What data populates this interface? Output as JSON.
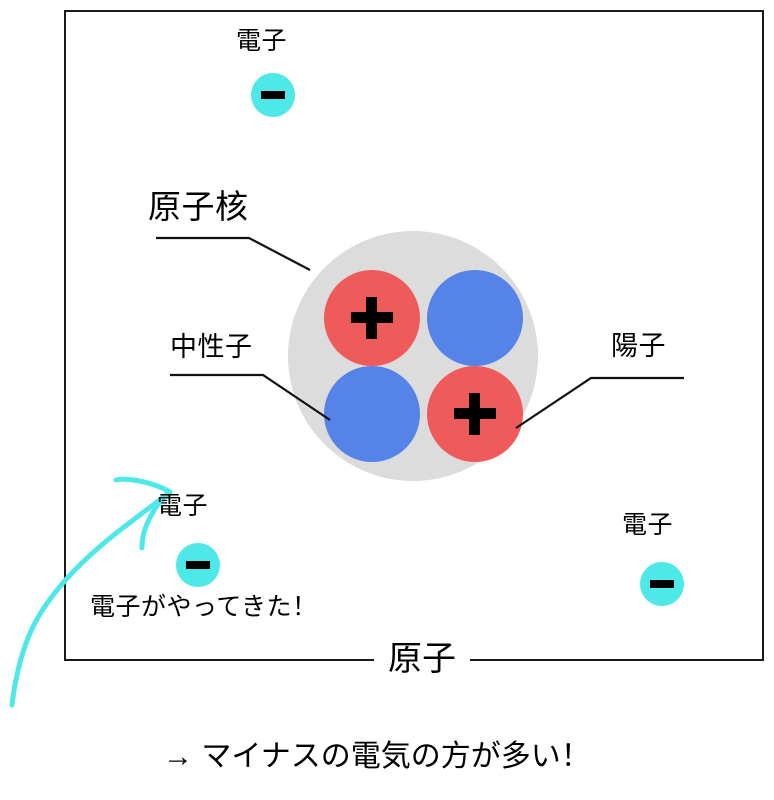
{
  "diagram": {
    "title": "原子",
    "box_label": "原子",
    "conclusion": "→ マイナスの電気の方が多い！",
    "colors": {
      "proton": "#ef5a5a",
      "neutron": "#5583e8",
      "electron": "#4fe8e8",
      "nucleus_cloud": "#dcdcdc",
      "outline": "#1a1a1a",
      "annotation_arrow": "#4fe8e8"
    },
    "labels": {
      "nucleus": "原子核",
      "neutron": "中性子",
      "proton": "陽子",
      "electron": "電子",
      "electron_arrived": "電子がやってきた！"
    },
    "particles": {
      "proton_sign": "+",
      "electron_sign": "−",
      "proton_count": 2,
      "neutron_count": 2,
      "electron_count": 3
    },
    "electrons": [
      {
        "label": "電子",
        "position": "top"
      },
      {
        "label": "電子",
        "position": "bottom-left"
      },
      {
        "label": "電子",
        "position": "bottom-right"
      }
    ],
    "nucleus_particles": [
      {
        "type": "proton",
        "sign": "+",
        "position": "top-left"
      },
      {
        "type": "neutron",
        "sign": "",
        "position": "top-right"
      },
      {
        "type": "neutron",
        "sign": "",
        "position": "bottom-left"
      },
      {
        "type": "proton",
        "sign": "+",
        "position": "bottom-right"
      }
    ]
  }
}
